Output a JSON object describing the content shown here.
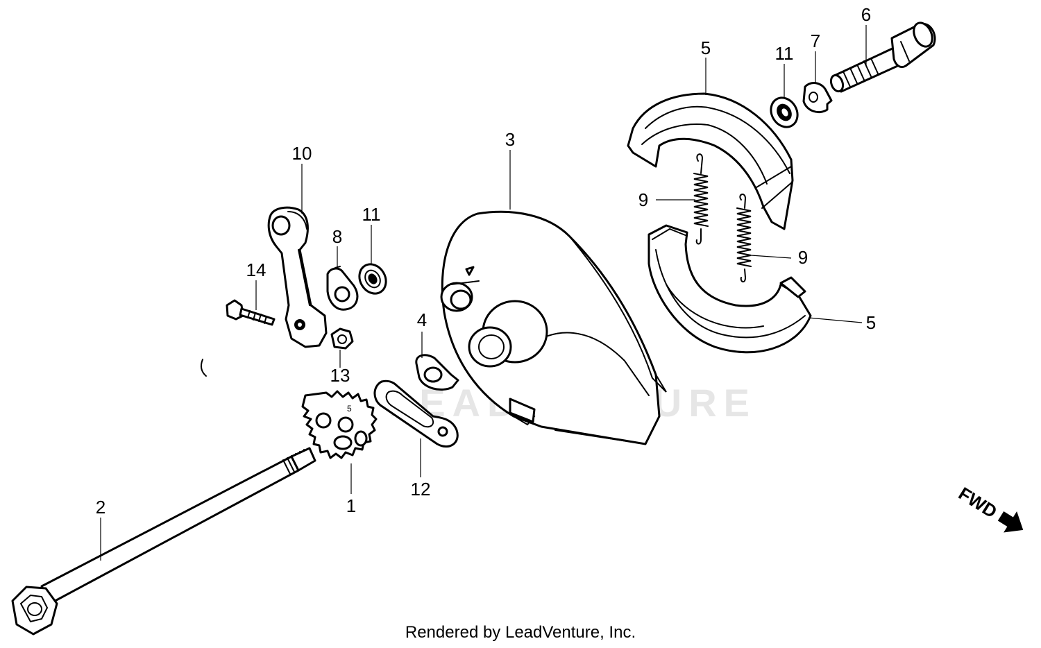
{
  "diagram": {
    "callouts": {
      "c1": "1",
      "c2": "2",
      "c3": "3",
      "c4": "4",
      "c5a": "5",
      "c5b": "5",
      "c6": "6",
      "c7": "7",
      "c8": "8",
      "c9a": "9",
      "c9b": "9",
      "c10": "10",
      "c11a": "11",
      "c11b": "11",
      "c12": "12",
      "c13": "13",
      "c14": "14"
    },
    "direction_label": "FWD",
    "watermark": "LEADVENTURE",
    "credit": "Rendered by LeadVenture, Inc."
  }
}
